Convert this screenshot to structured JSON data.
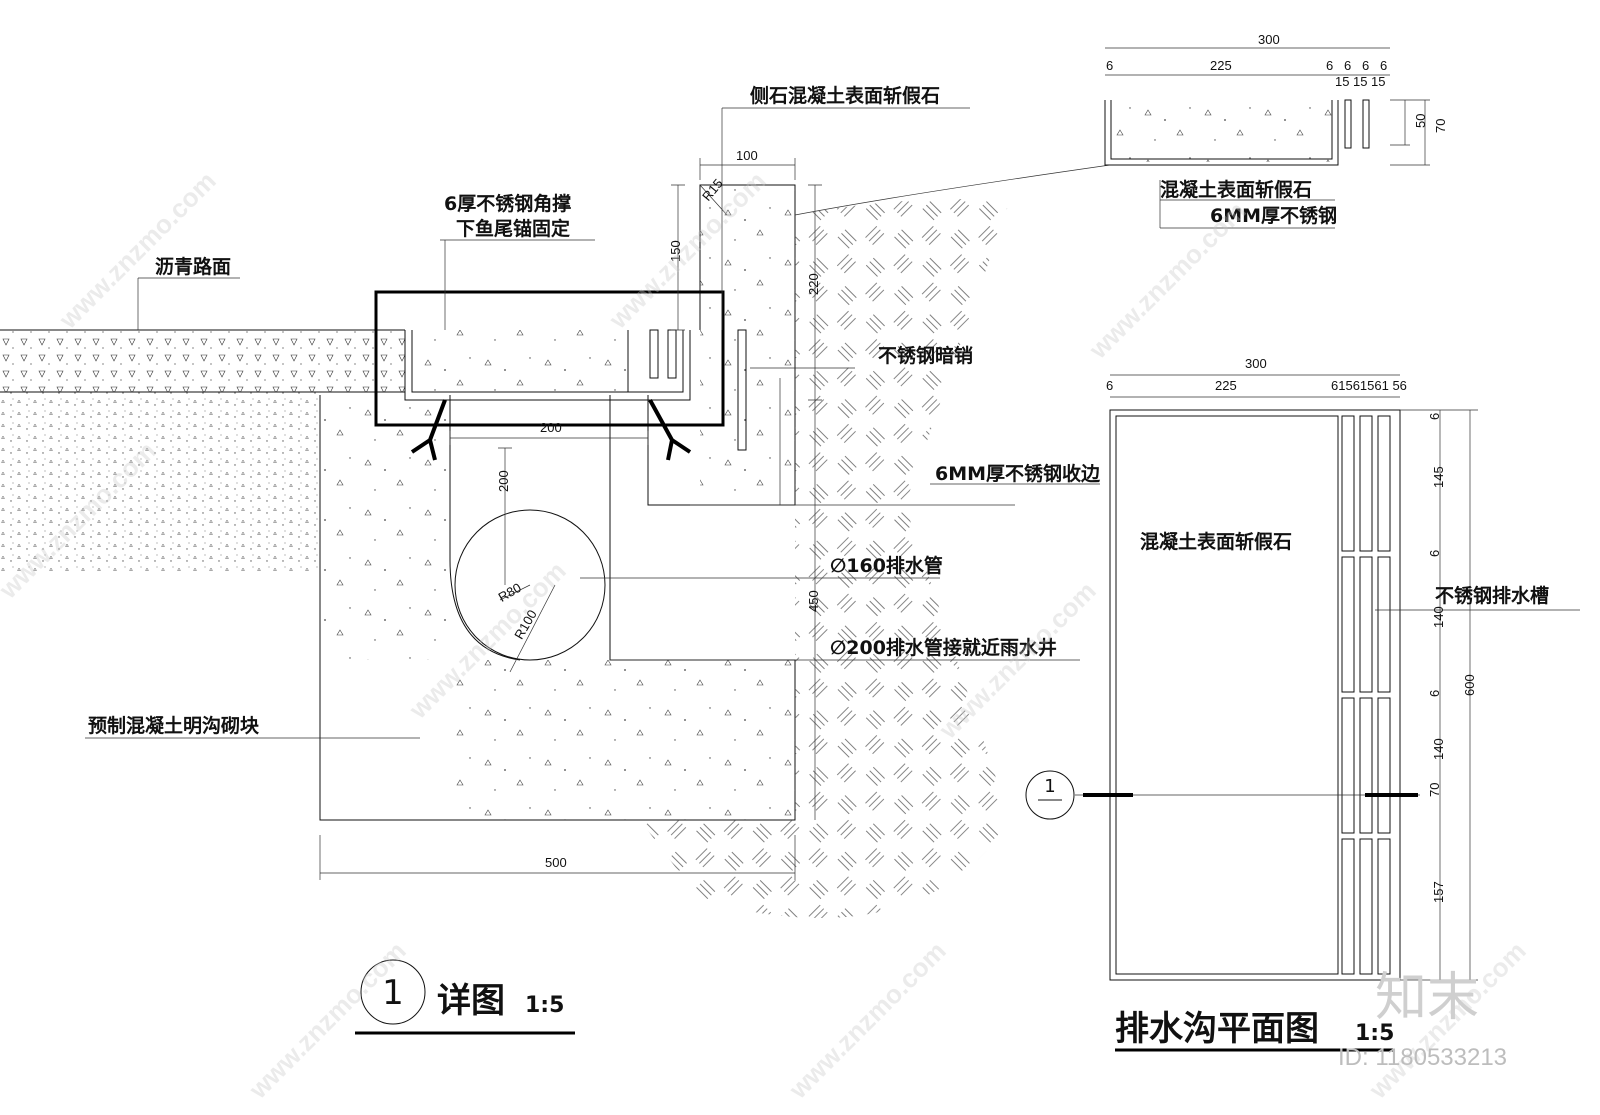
{
  "detail": {
    "labels": {
      "asphalt": "沥青路面",
      "corner_brace_1": "6厚不锈钢角撑",
      "corner_brace_2": "下鱼尾锚固定",
      "curb_stone": "侧石混凝土表面斩假石",
      "hidden_pin": "不锈钢暗销",
      "steel_edge": "6MM厚不锈钢收边",
      "pipe_160": "∅160排水管",
      "pipe_200": "∅200排水管接就近雨水井",
      "precast_block": "预制混凝土明沟砌块"
    },
    "dims": {
      "w100": "100",
      "r15": "R15",
      "h150": "150",
      "h220": "220",
      "w200": "200",
      "h200": "200",
      "r80": "R80",
      "r100": "R100",
      "h450": "450",
      "w500": "500"
    },
    "title": {
      "number": "1",
      "name": "详图",
      "scale": "1:5"
    }
  },
  "section": {
    "labels": {
      "concrete": "混凝土表面斩假石",
      "steel": "6MM厚不锈钢"
    },
    "dims": {
      "total": "300",
      "d6a": "6",
      "d225": "225",
      "d6b": "6",
      "d6c": "6",
      "d6d": "6",
      "d6e": "6",
      "d15a": "15",
      "d15b": "15",
      "d15c": "15",
      "h50": "50",
      "h70": "70"
    }
  },
  "plan": {
    "labels": {
      "concrete": "混凝土表面斩假石",
      "trough": "不锈钢排水槽"
    },
    "dims": {
      "total": "300",
      "d6": "6",
      "d225": "225",
      "slots": "61561561 56",
      "v6a": "6",
      "v145": "145",
      "v6b": "6",
      "v140a": "140",
      "v6c": "6",
      "v140b": "140",
      "v70": "70",
      "v157": "157",
      "v600": "600"
    },
    "section_mark": "1",
    "title": {
      "name": "排水沟平面图",
      "scale": "1:5"
    }
  },
  "watermark": {
    "brand": "知末",
    "id": "ID: 1180533213",
    "site": "www.znzmo.com"
  }
}
